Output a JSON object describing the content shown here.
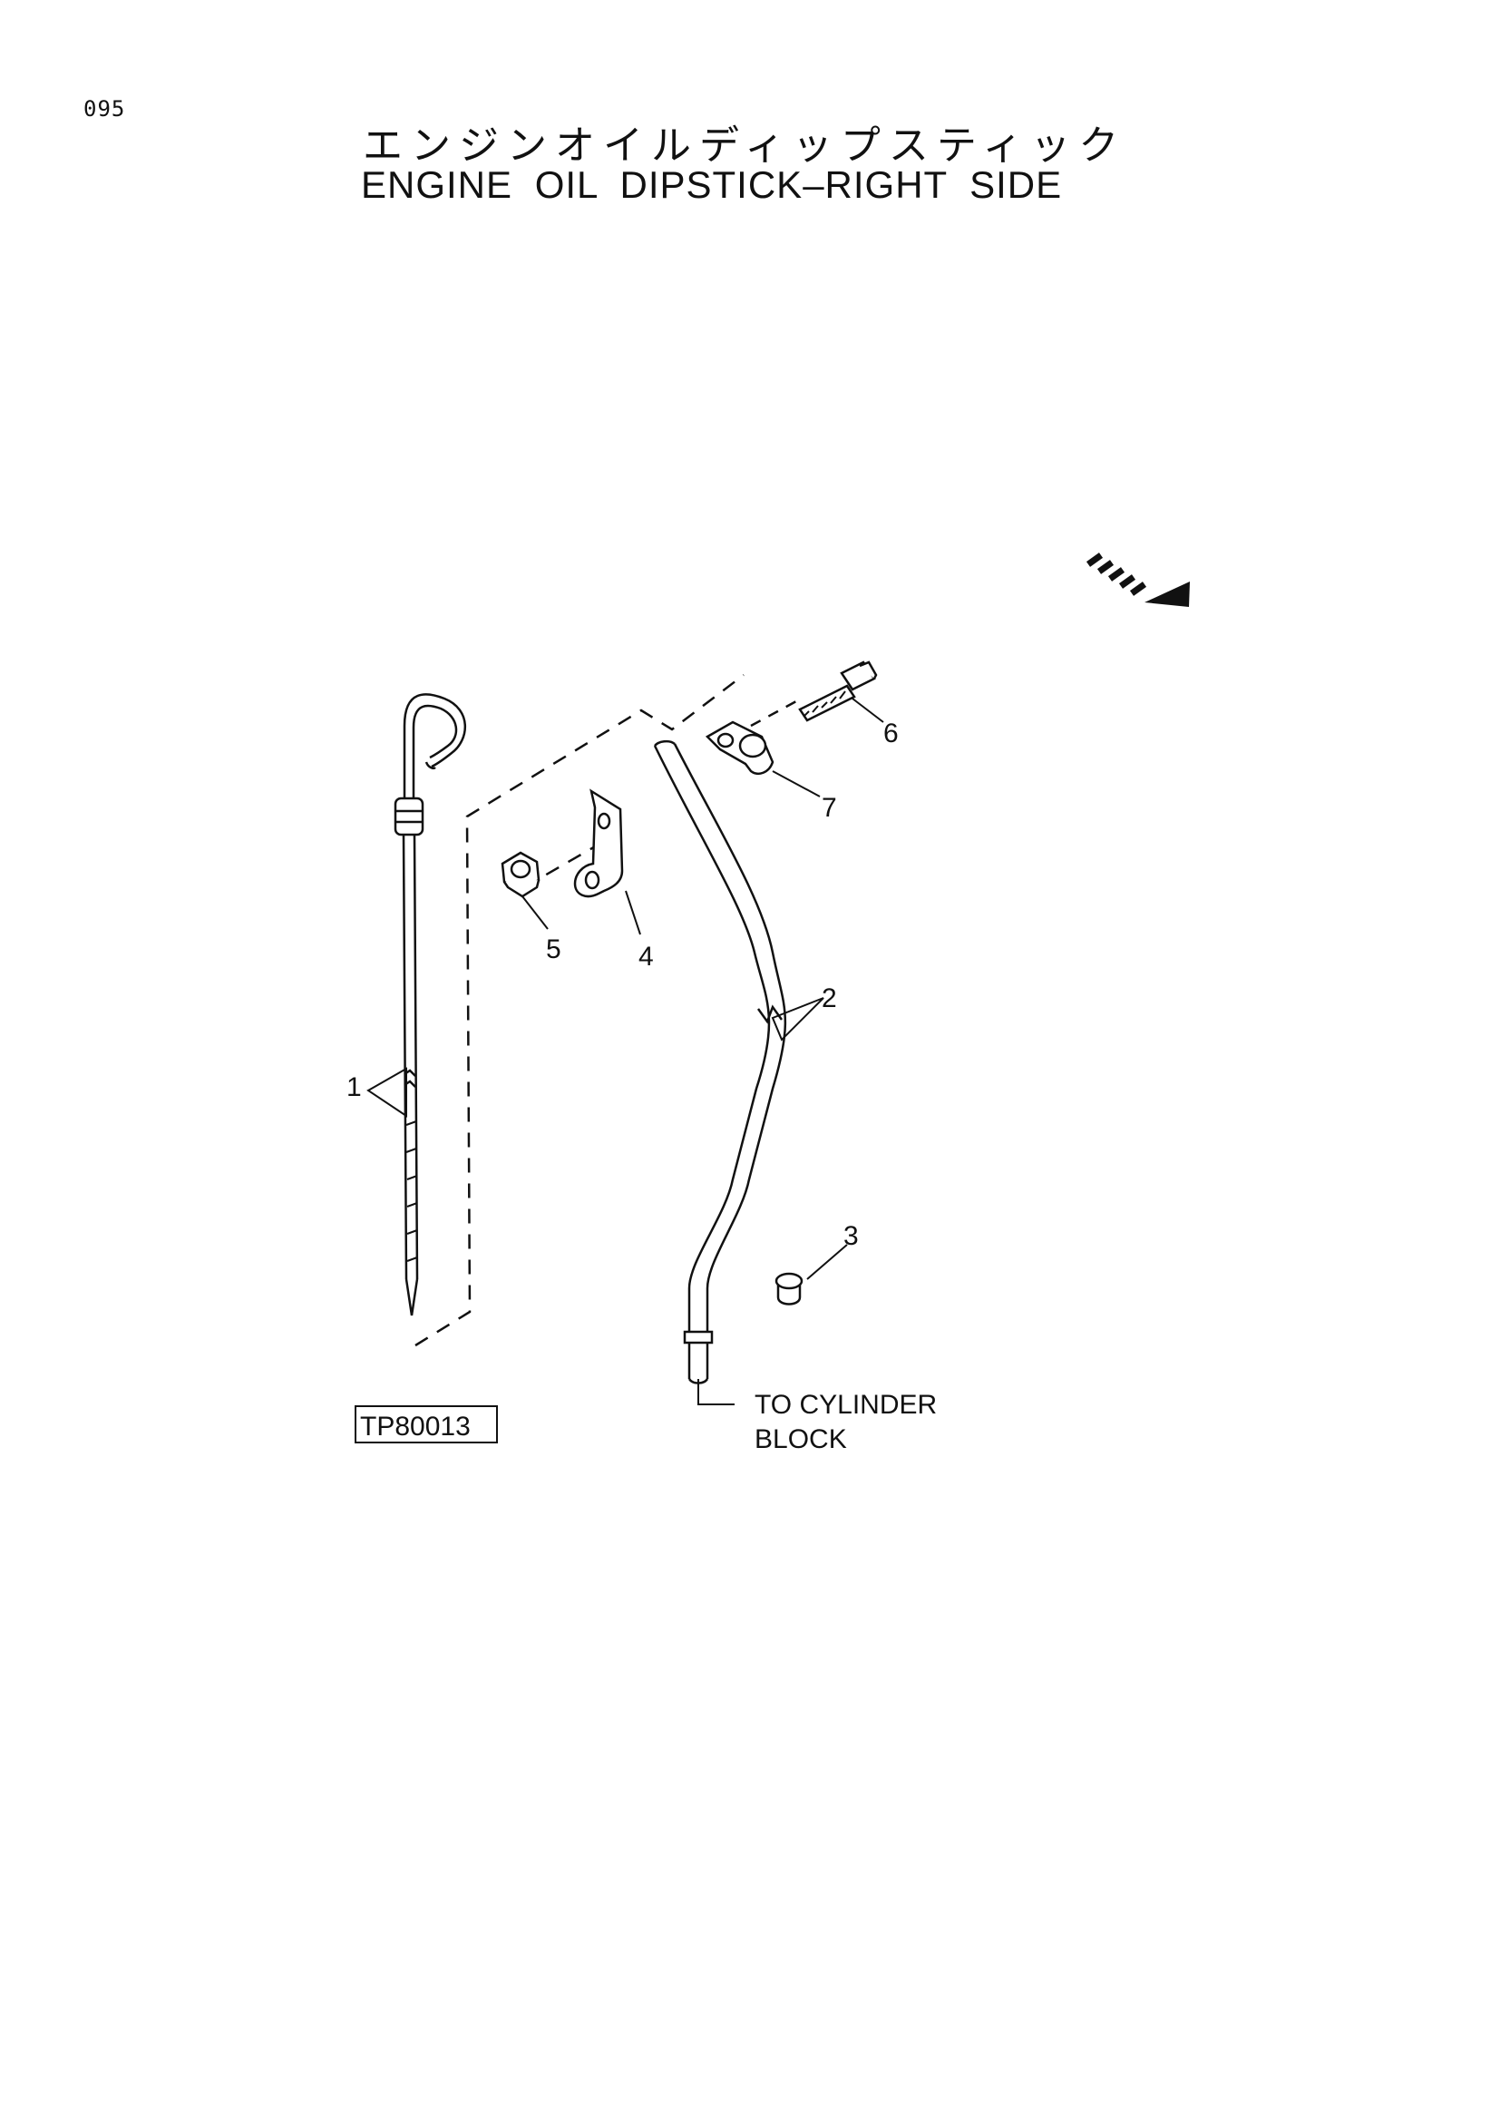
{
  "page": {
    "number": "095",
    "title_jp": "エンジンオイルディップスティック",
    "title_en": "ENGINE OIL DIPSTICK–RIGHT SIDE"
  },
  "diagram": {
    "figure_id": "TP80013",
    "callouts": [
      "1",
      "2",
      "3",
      "4",
      "5",
      "6",
      "7"
    ],
    "note_line1": "TO CYLINDER",
    "note_line2": "BLOCK",
    "direction_icon": "front-direction-arrow-icon"
  }
}
